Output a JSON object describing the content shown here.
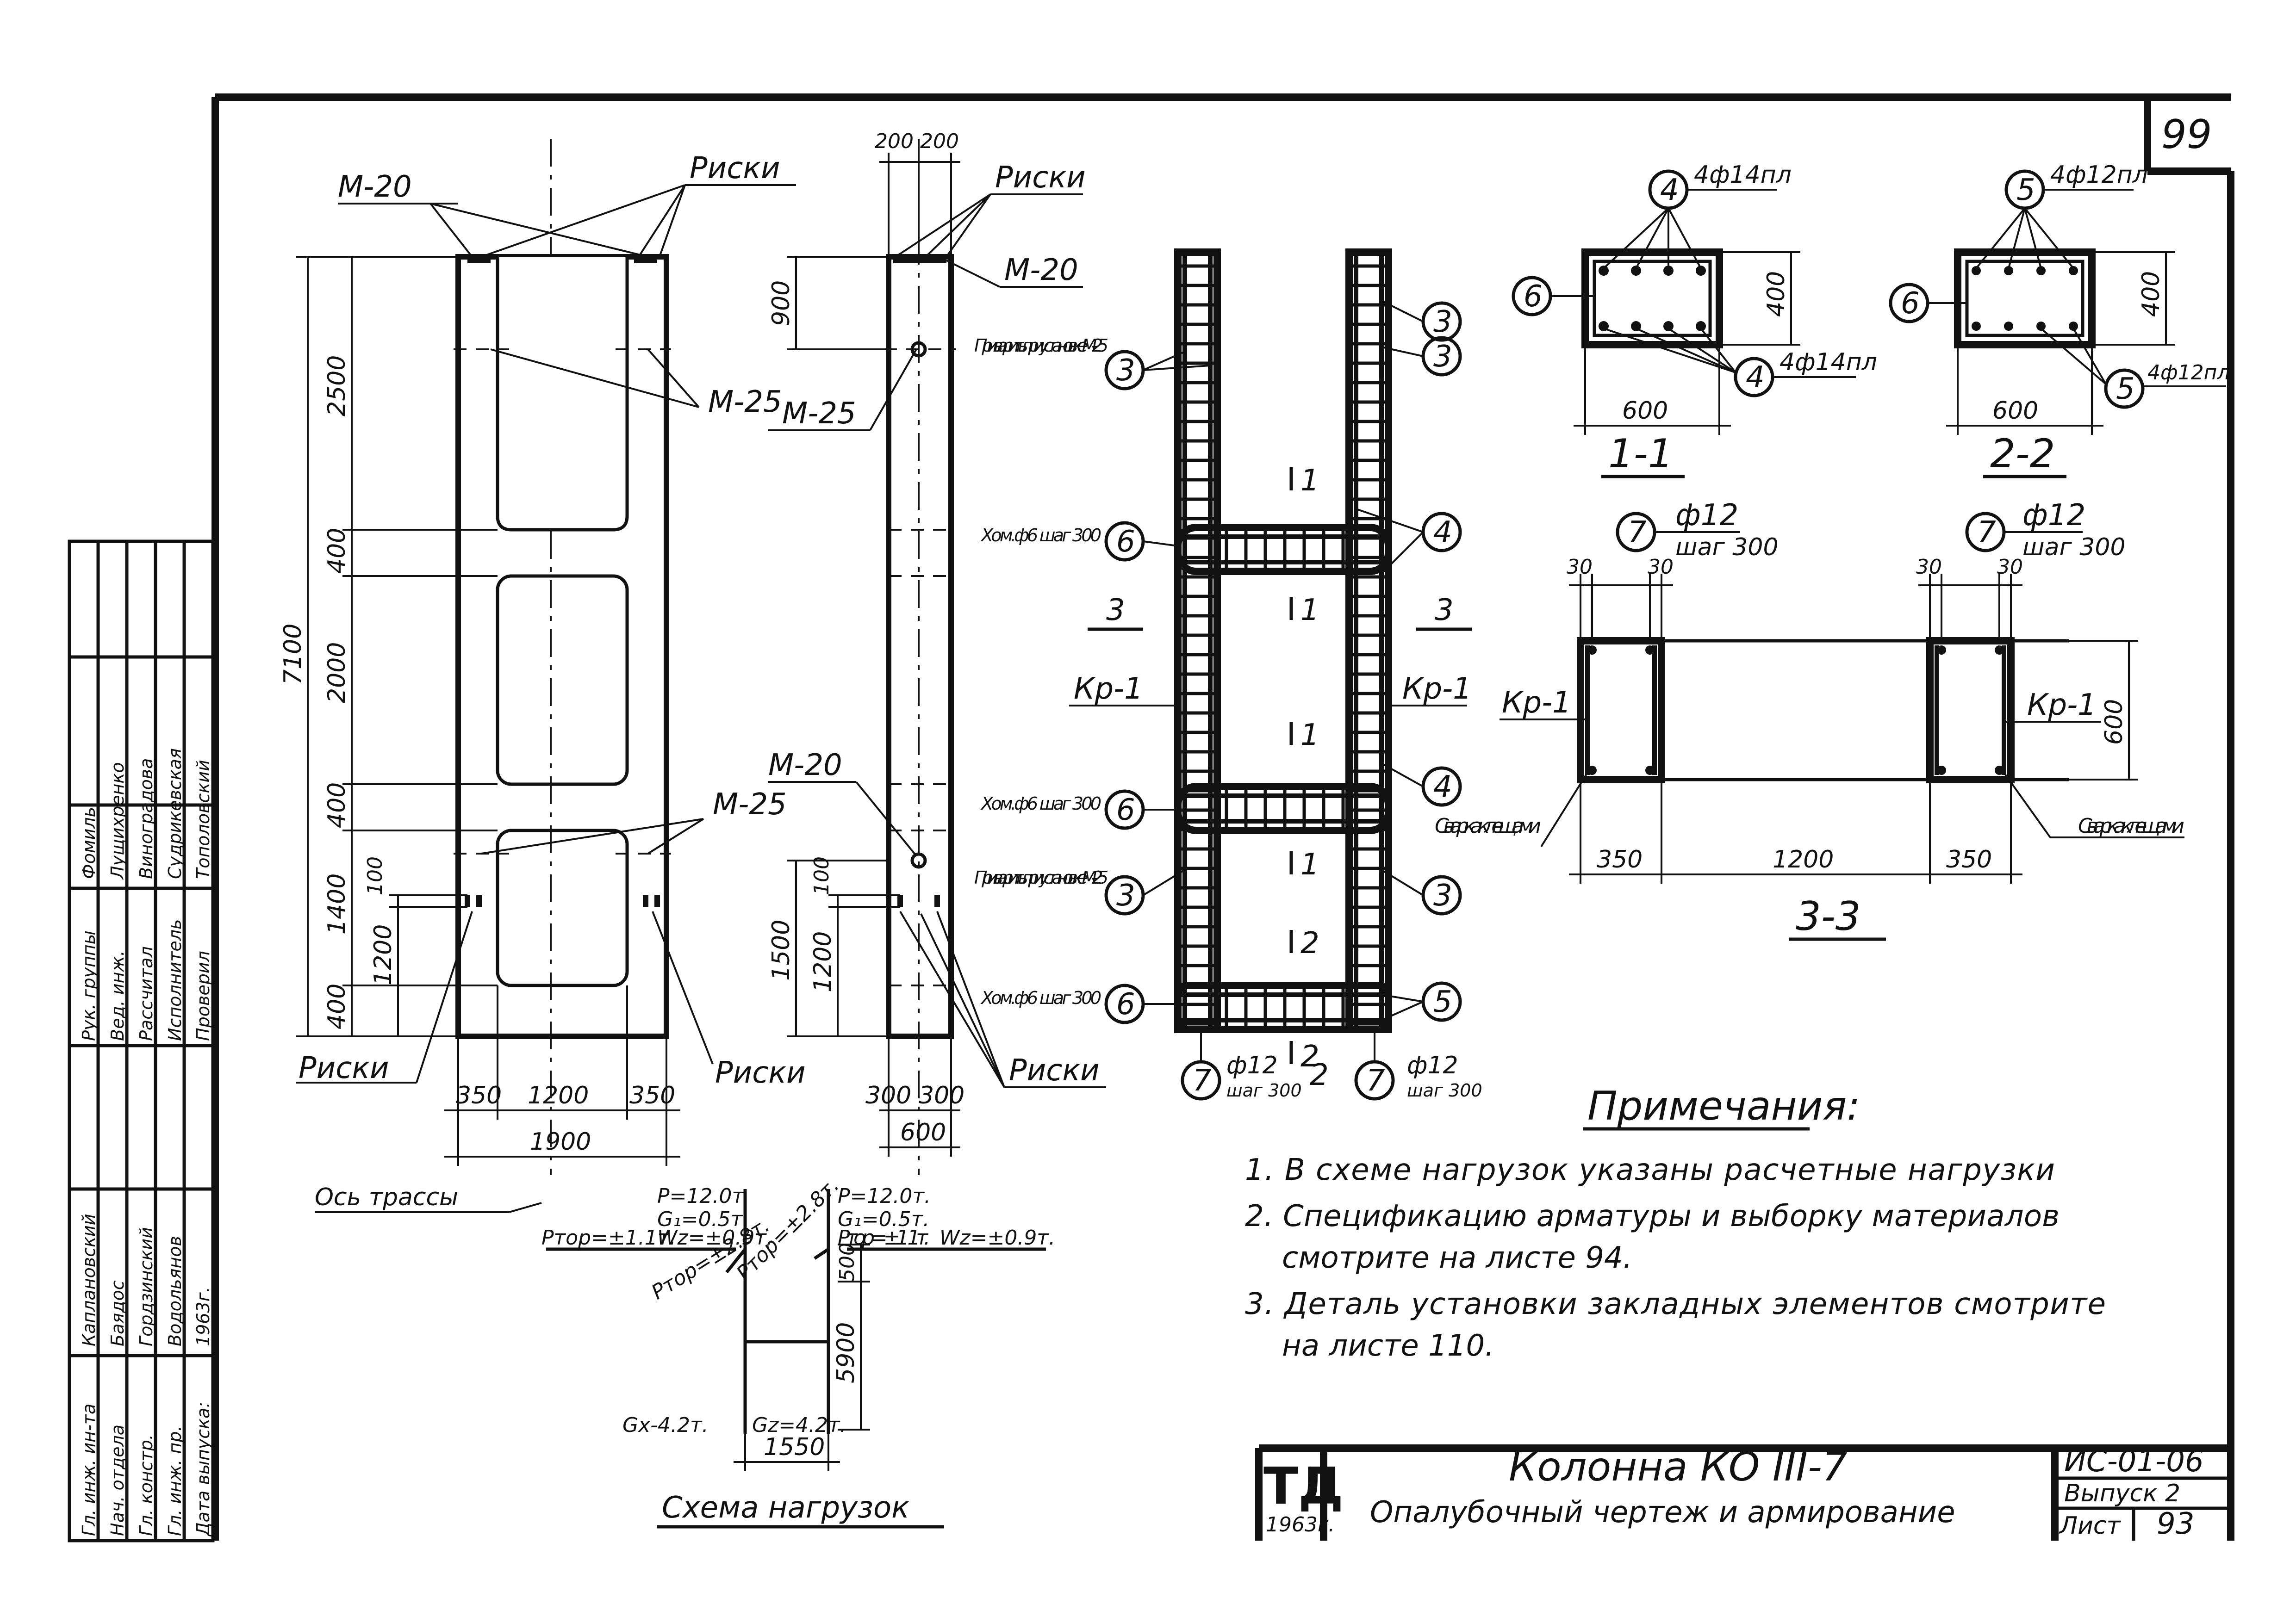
{
  "sheet": {
    "number": "99"
  },
  "elevation": {
    "label_risks_tl": "Риски",
    "label_m20": "М-20",
    "label_m25": "М-25",
    "label_m25_b": "М-25",
    "label_risks_bl": "Риски",
    "label_risks_br": "Риски",
    "dims": {
      "total": "7100",
      "d2500": "2500",
      "d400a": "400",
      "d2000": "2000",
      "d400b": "400",
      "d1400": "1400",
      "d400c": "400",
      "d100": "100",
      "d1200": "1200",
      "w350a": "350",
      "w1200": "1200",
      "w350b": "350",
      "w1900": "1900"
    },
    "axis_label": "Ось трассы"
  },
  "side_view": {
    "top_dims": "200 200",
    "label_risks": "Риски",
    "label_m20_top": "М-20",
    "label_m25": "М-25",
    "label_m20_mid": "М-20",
    "label_risks_bottom": "Риски",
    "dims": {
      "d900": "900",
      "d1500": "1500",
      "d100": "100",
      "d1200": "1200",
      "w300a": "300",
      "w300b": "300",
      "w600": "600"
    }
  },
  "reinforcement": {
    "weld_note_top": "Приварить при установке М-25",
    "weld_note_bottom": "Приварить при установке М-25",
    "stirrup_note": "Хом.ф6 шаг 300",
    "kr_label": "Кр-1",
    "section_mark_3": "3",
    "section_mark_1": "1",
    "section_mark_2": "2",
    "bar_phi12": "ф12",
    "bar_step": "шаг 300",
    "positions": [
      "3",
      "4",
      "5",
      "6",
      "7"
    ]
  },
  "sections": {
    "s11": {
      "title": "1-1",
      "top_bars": "4ф14пл",
      "bottom_bars": "4ф14пл",
      "width": "600",
      "height": "400",
      "pos_top": "4",
      "pos_bottom": "4",
      "pos_stirrup": "6"
    },
    "s22": {
      "title": "2-2",
      "top_bars": "4ф12пл",
      "bottom_bars": "4ф12пл",
      "width": "600",
      "height": "400",
      "pos_top": "5",
      "pos_bottom": "5",
      "pos_stirrup": "6"
    },
    "s33": {
      "title": "3-3",
      "bar": "ф12",
      "step": "шаг 300",
      "pos": "7",
      "edge_a": "30",
      "edge_b": "30",
      "height": "600",
      "kr_left": "Кр-1",
      "kr_right": "Кр-1",
      "weld_left": "Сварка клещами",
      "weld_right": "Сварка клещами",
      "w350a": "350",
      "w1200": "1200",
      "w350b": "350"
    }
  },
  "loads": {
    "title": "Схема нагрузок",
    "p_left": "P=12.0т",
    "g_left": "G₁=0.5т.",
    "w_left": "Wz=±0.9т.",
    "p_right": "P=12.0т.",
    "g_right": "G₁=0.5т.",
    "w_right": "Wz=±0.9т.",
    "prop_y_left": "Pтор=±1.1т.",
    "prop_x_left": "Pтор=±2.8т.",
    "prop_x_right": "Pтор=±2.8т.",
    "prop_y_right": "Pтор=±1 1т.",
    "gx": "Gx-4.2т.",
    "gz": "Gz=4.2т.",
    "d500": "500",
    "d5900": "5900",
    "w1550": "1550"
  },
  "notes": {
    "title": "Примечания:",
    "items": [
      "1. В схеме нагрузок указаны расчетные нагрузки",
      "2. Спецификацию арматуры и выборку материалов",
      "смотрите на листе 94.",
      "3. Деталь установки закладных элементов смотрите",
      "на листе 110."
    ]
  },
  "title_block": {
    "logo": "ТД",
    "year": "1963г.",
    "title": "Колонна КО III-7",
    "subtitle": "Опалубочный чертеж и армирование",
    "code": "ИС-01-06",
    "issue": "Выпуск 2",
    "sheet_label": "Лист",
    "sheet_no": "93"
  },
  "stamp": {
    "rows": [
      {
        "role": "Гл. инж. ин-та",
        "name": "Каплановский"
      },
      {
        "role": "Нач. отдела",
        "name": "Баядос"
      },
      {
        "role": "Гл. констр.",
        "name": "Гордзинский"
      },
      {
        "role": "Гл. инж. пр.",
        "name": "Водольянов"
      },
      {
        "role": "Дата выпуска:",
        "name": "1963г."
      }
    ],
    "rows2": [
      {
        "role": "Рук. группы",
        "name": "Фомиль"
      },
      {
        "role": "Вед. инж.",
        "name": "Лущихренко"
      },
      {
        "role": "Рассчитал",
        "name": "Виноградова"
      },
      {
        "role": "Исполнитель",
        "name": "Судрикевская"
      },
      {
        "role": "Проверил",
        "name": "Тополовский"
      }
    ]
  }
}
